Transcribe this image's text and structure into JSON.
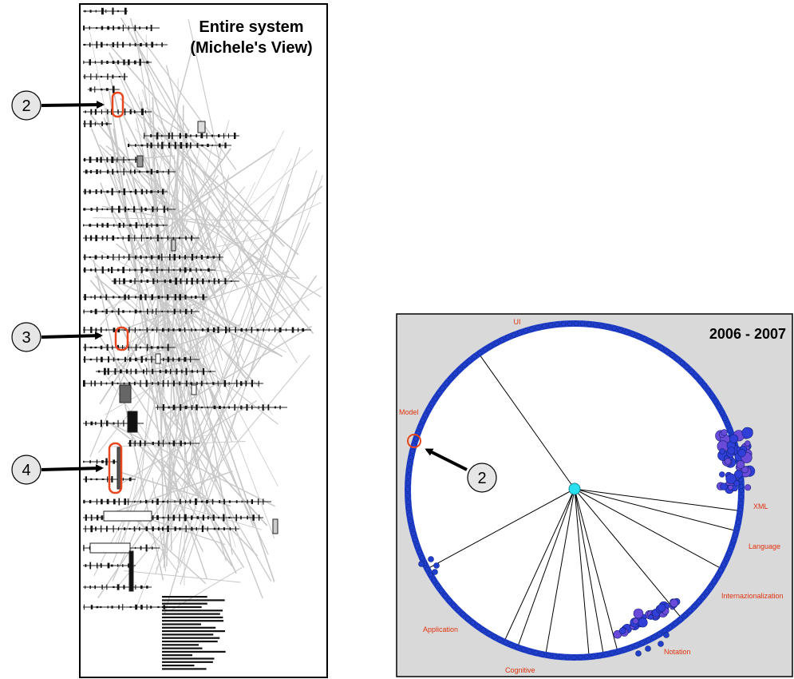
{
  "left_panel": {
    "title_line1": "Entire system",
    "title_line2": "(Michele's View)"
  },
  "callouts": [
    "2",
    "3",
    "4",
    "2"
  ],
  "right_panel": {
    "period": "2006 - 2007",
    "categories": [
      "UI",
      "Model",
      "XML",
      "Language",
      "Internazionalization",
      "Notation",
      "Cognitive",
      "Application"
    ]
  },
  "colors": {
    "node_blue": "#1f3fcc",
    "node_purple": "#6a4ad8",
    "center_node": "#28e0ee",
    "highlight": "#e8461e",
    "edge_gray": "#c8c8c8",
    "panel_bg": "#d9d9d9",
    "label_red": "#e2330f"
  }
}
